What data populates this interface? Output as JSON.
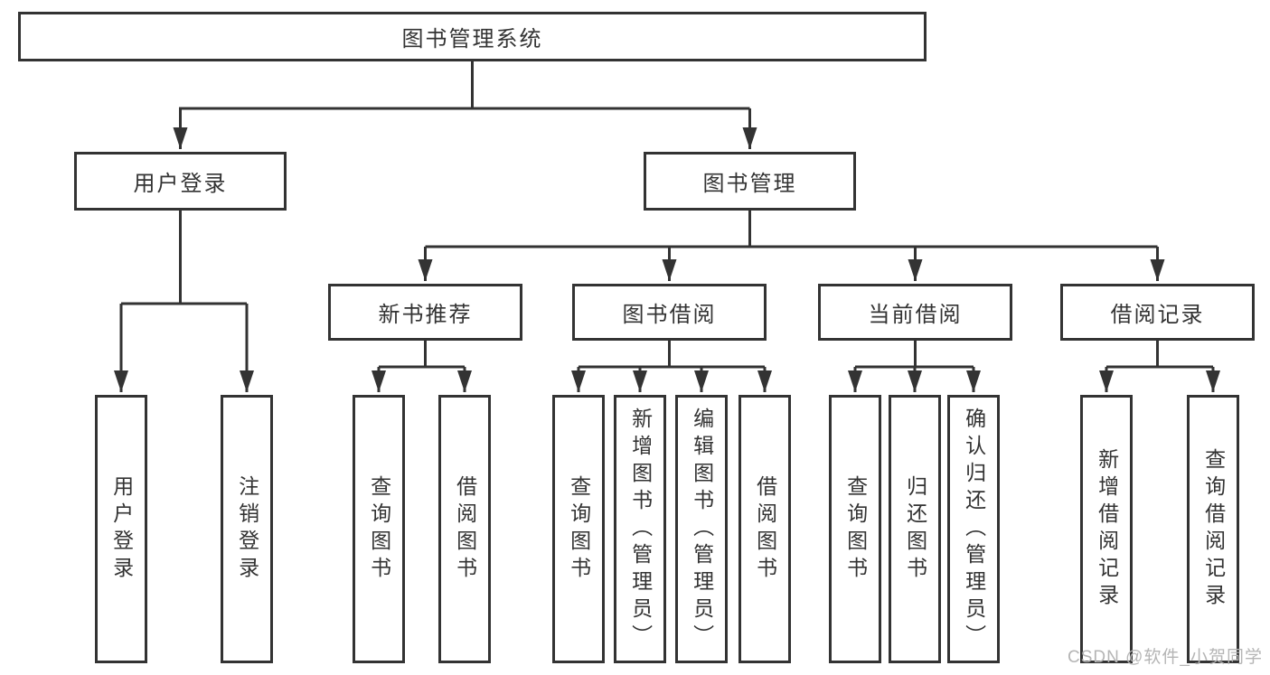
{
  "nodes": {
    "root": "图书管理系统",
    "level2": {
      "user_login": "用户登录",
      "book_mgmt": "图书管理"
    },
    "level3": {
      "new_book": "新书推荐",
      "book_borrow": "图书借阅",
      "current_borrow": "当前借阅",
      "borrow_records": "借阅记录"
    },
    "leaves": {
      "user_login": [
        "用户登录",
        "注销登录"
      ],
      "new_book": [
        "查询图书",
        "借阅图书"
      ],
      "book_borrow": [
        "查询图书",
        "新增图书（管理员）",
        "编辑图书（管理员）",
        "借阅图书"
      ],
      "current_borrow": [
        "查询图书",
        "归还图书",
        "确认归还（管理员）"
      ],
      "borrow_records": [
        "新增借阅记录",
        "查询借阅记录"
      ]
    }
  },
  "watermark": "CSDN @软件_小贺同学",
  "colors": {
    "line": "#333333",
    "box_border": "#333333",
    "text": "#333333",
    "watermark": "#b5b5b5",
    "background": "#ffffff"
  }
}
